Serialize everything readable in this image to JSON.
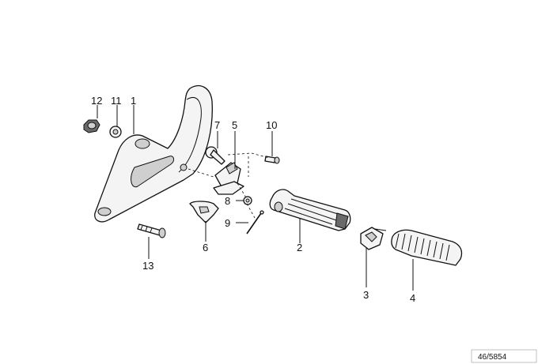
{
  "callouts": {
    "c1": "1",
    "c2": "2",
    "c3": "3",
    "c4": "4",
    "c5": "5",
    "c6": "6",
    "c7": "7",
    "c8": "8",
    "c9": "9",
    "c10": "10",
    "c11": "11",
    "c12": "12",
    "c13": "13"
  },
  "diagram_ref": "46/5854"
}
